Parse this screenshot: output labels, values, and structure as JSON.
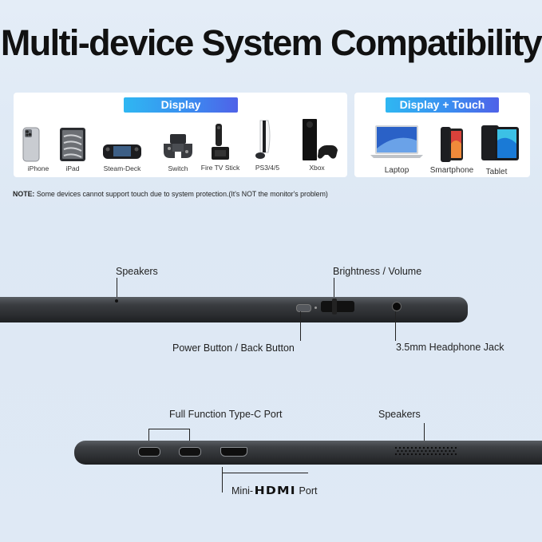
{
  "title": "Multi-device System Compatibility",
  "display_panel": {
    "header": "Display",
    "devices": [
      "iPhone",
      "iPad",
      "Steam-Deck",
      "Switch",
      "Fire TV Stick",
      "PS3/4/5",
      "Xbox"
    ]
  },
  "touch_panel": {
    "header": "Display + Touch",
    "devices": [
      "Laptop",
      "Smartphone",
      "Tablet"
    ]
  },
  "note": {
    "prefix": "NOTE:",
    "text": " Some devices cannot support touch due to system protection.(It's NOT the monitor's problem)"
  },
  "top_edge": {
    "speakers": "Speakers",
    "brightness_volume": "Brightness / Volume",
    "power_button": "Power Button / Back Button",
    "headphone_jack": "3.5mm Headphone Jack"
  },
  "bottom_edge": {
    "type_c": "Full Function Type-C Port",
    "speakers": "Speakers",
    "mini_prefix": "Mini-",
    "hdmi_logo": "HDMI",
    "port_suffix": "Port"
  },
  "colors": {
    "pill_gradient_start": "#2fb7f2",
    "pill_gradient_end": "#4f62e8",
    "device_body": "#2b2d30"
  }
}
